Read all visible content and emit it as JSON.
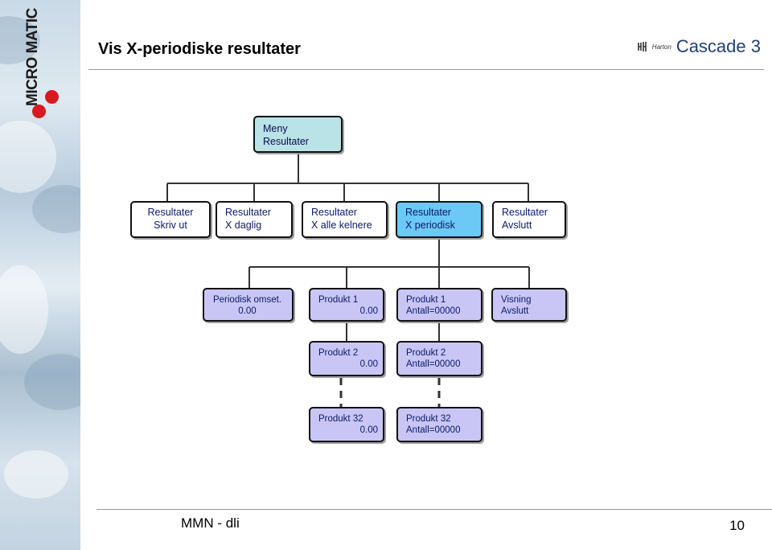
{
  "logo": {
    "text": "MICRO MATIC",
    "brand_color": "#d71920"
  },
  "header": {
    "title": "Vis X-periodiske resultater",
    "harton_label": "Harton",
    "product": "Cascade 3"
  },
  "root": {
    "line1": "Meny",
    "line2": "Resultater"
  },
  "level1": [
    {
      "line1": "Resultater",
      "line2": "Skriv ut"
    },
    {
      "line1": "Resultater",
      "line2": "X daglig"
    },
    {
      "line1": "Resultater",
      "line2": "X alle kelnere"
    },
    {
      "line1": "Resultater",
      "line2": "X periodisk"
    },
    {
      "line1": "Resultater",
      "line2": "Avslutt"
    }
  ],
  "level2": {
    "periodisk": {
      "line1": "Periodisk omset.",
      "line2": "0.00"
    },
    "produkt_amount": [
      {
        "line1": "Produkt 1",
        "line2": "0.00"
      },
      {
        "line1": "Produkt 2",
        "line2": "0.00"
      },
      {
        "line1": "Produkt 32",
        "line2": "0.00"
      }
    ],
    "produkt_antall": [
      {
        "line1": "Produkt 1",
        "line2": "Antall=00000"
      },
      {
        "line1": "Produkt 2",
        "line2": "Antall=00000"
      },
      {
        "line1": "Produkt 32",
        "line2": "Antall=00000"
      }
    ],
    "visning": {
      "line1": "Visning",
      "line2": "Avslutt"
    }
  },
  "colors": {
    "root_fill": "#b9e3e7",
    "active_fill": "#6cc9f5",
    "sub_fill": "#c9c6f5",
    "text": "#0a1a6a",
    "product": "#1f3f7a"
  },
  "footer": {
    "left": "MMN - dli",
    "page": "10"
  }
}
